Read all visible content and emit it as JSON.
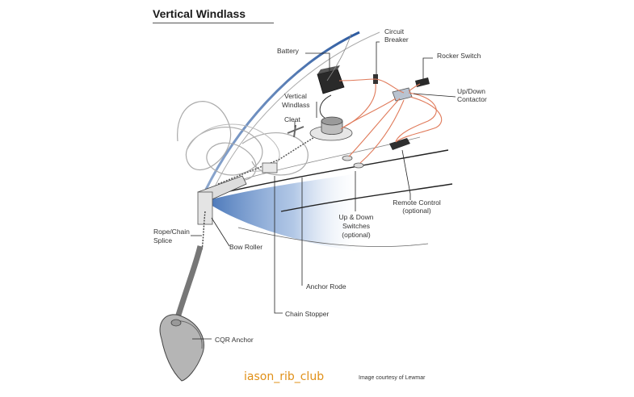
{
  "title": "Vertical Windlass",
  "labels": {
    "battery": "Battery",
    "circuit_breaker_1": "Circuit",
    "circuit_breaker_2": "Breaker",
    "rocker_switch": "Rocker Switch",
    "contactor_1": "Up/Down",
    "contactor_2": "Contactor",
    "windlass_1": "Vertical",
    "windlass_2": "Windlass",
    "cleat": "Cleat",
    "remote_1": "Remote Control",
    "remote_2": "(optional)",
    "switches_1": "Up & Down",
    "switches_2": "Switches",
    "switches_3": "(optional)",
    "splice_1": "Rope/Chain",
    "splice_2": "Splice",
    "bow_roller": "Bow Roller",
    "anchor_rode": "Anchor Rode",
    "chain_stopper": "Chain Stopper",
    "cqr_anchor": "CQR Anchor"
  },
  "watermark": "iason_rib_club",
  "credit": "Image courtesy of Lewmar",
  "colors": {
    "wire": "#e07a5a",
    "hull_shade": "#4f7fbf",
    "line": "#222222",
    "watermark": "#e09018"
  }
}
